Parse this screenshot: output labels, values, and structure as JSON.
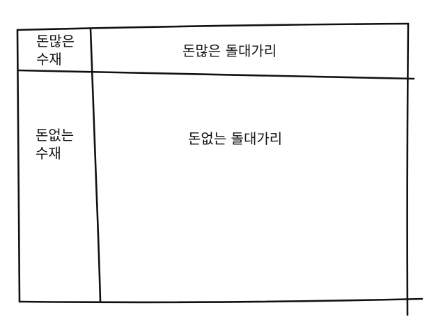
{
  "sketch": {
    "stroke_color": "#111111",
    "background_color": "#ffffff",
    "cells": {
      "top_left": "돈많은\n수재",
      "top_main": "돈많은 돌대가리",
      "bottom_left": "돈없는\n수재",
      "bottom_main": "돈없는 돌대가리"
    }
  }
}
